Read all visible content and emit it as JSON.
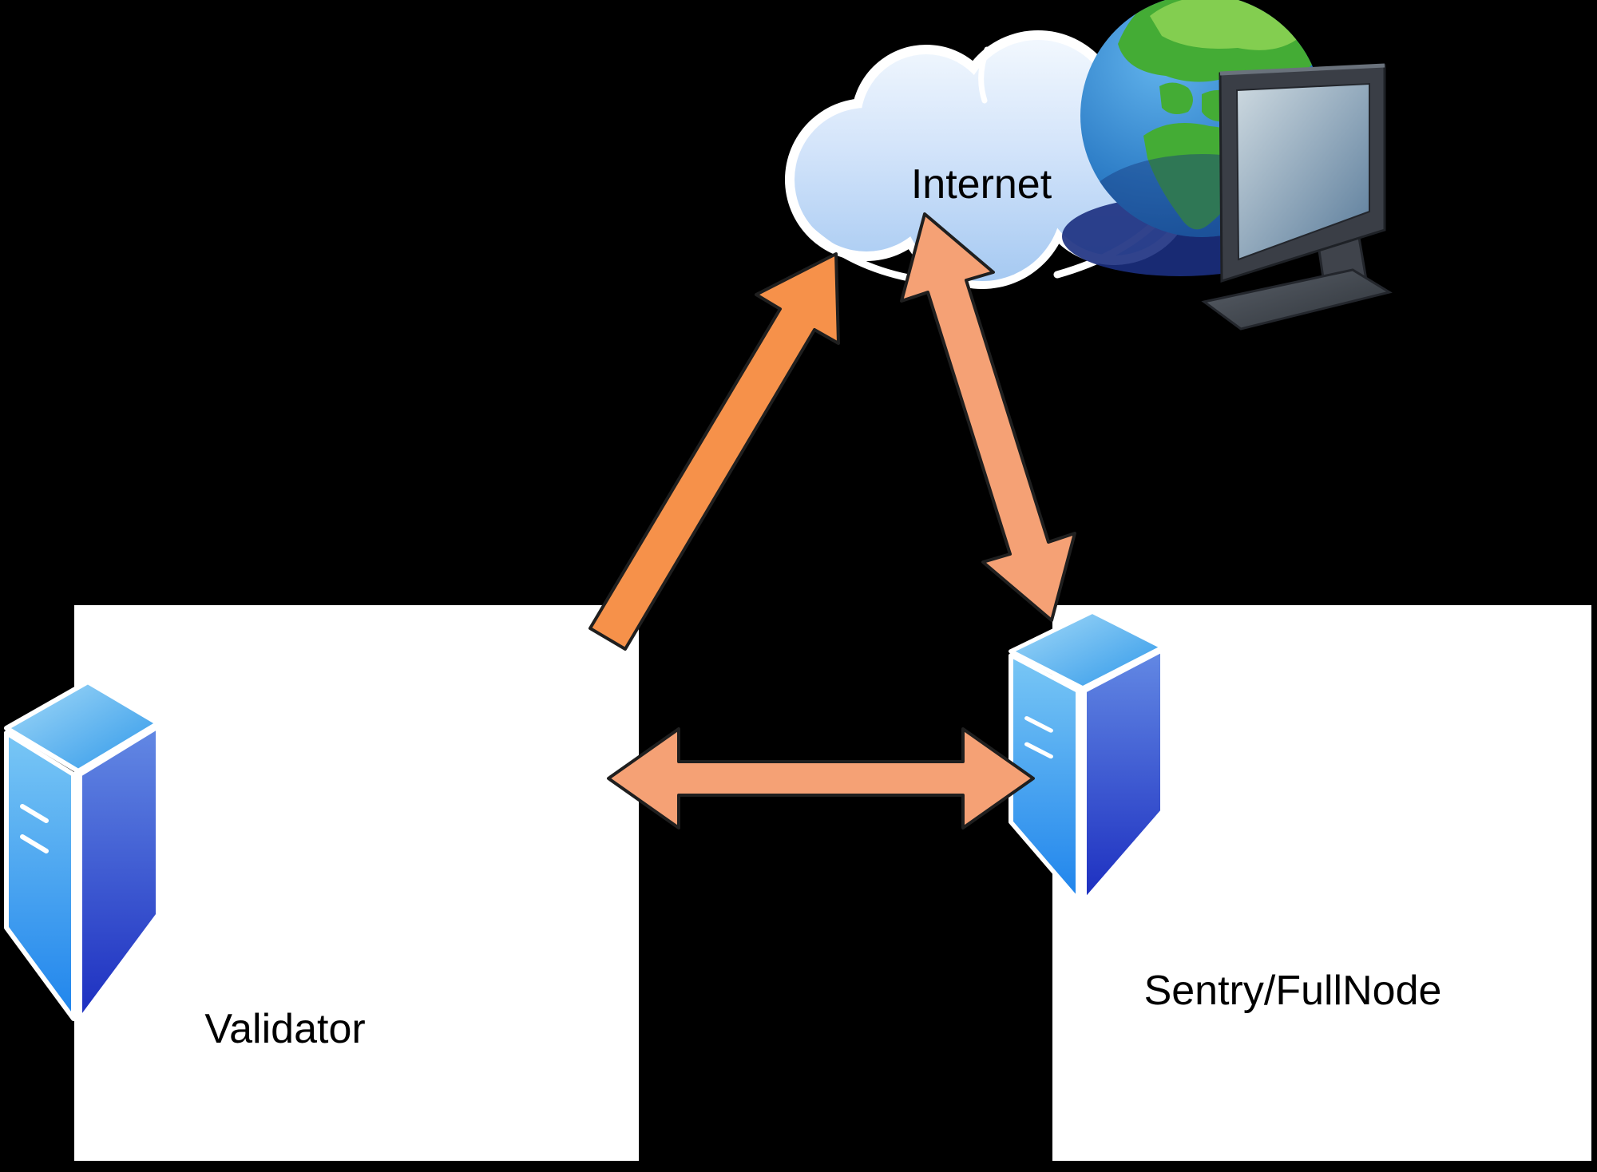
{
  "diagram": {
    "type": "network-topology",
    "background_color": "#000000",
    "cloud": {
      "label": "Internet",
      "fill_top": "#f2f8fe",
      "fill_bottom": "#a9cbf2",
      "outline_color": "#ffffff",
      "label_color": "#000000",
      "icon": "cloud-icon with globe-icon and monitor-icon"
    },
    "nodes": [
      {
        "id": "validator",
        "label": "Validator",
        "shape": "rectangle",
        "fill": "#ffffff",
        "label_color": "#000000",
        "icon": "server-tower-icon"
      },
      {
        "id": "sentry",
        "label": "Sentry/FullNode",
        "shape": "rectangle",
        "fill": "#ffffff",
        "label_color": "#000000",
        "icon": "server-tower-icon"
      }
    ],
    "edges": [
      {
        "from": "Validator",
        "to": "Internet",
        "direction": "one-way",
        "arrow_color": "#f6914a",
        "outline_color": "#1f1f1f"
      },
      {
        "from": "Internet",
        "to": "Sentry/FullNode",
        "direction": "two-way",
        "arrow_color": "#f5a175",
        "outline_color": "#1f1f1f"
      },
      {
        "from": "Validator",
        "to": "Sentry/FullNode",
        "direction": "two-way",
        "arrow_color": "#f5a175",
        "outline_color": "#1f1f1f"
      }
    ]
  }
}
